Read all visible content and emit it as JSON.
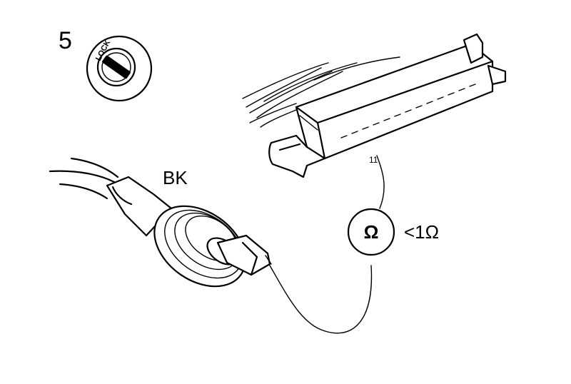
{
  "step_number": "5",
  "ignition": {
    "lock_label": "LOCK",
    "icon": "ignition-lock-icon"
  },
  "connector": {
    "pin_number": "11",
    "icon": "multi-pin-connector-icon"
  },
  "wire": {
    "color_code": "BK",
    "icon": "bullet-connector-icon"
  },
  "meter": {
    "symbol": "Ω",
    "reading": "<1Ω",
    "icon": "ohmmeter-icon"
  },
  "colors": {
    "ink": "#000000",
    "background": "#ffffff"
  }
}
